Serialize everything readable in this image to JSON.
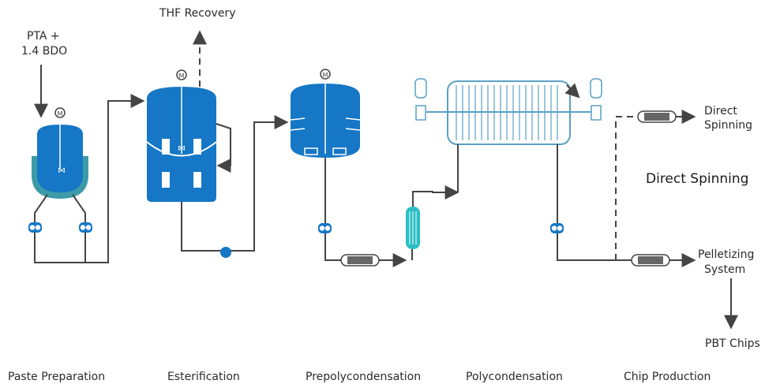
{
  "labels": {
    "feed": "PTA +",
    "feed2": "1.4 BDO",
    "thf": "THF Recovery",
    "direct_top": "Direct",
    "direct_top2": "Spinning",
    "direct_mid": "Direct Spinning",
    "pelletizing": "Pelletizing",
    "pelletizing2": "System",
    "chips": "PBT Chips",
    "motor": "M"
  },
  "stages": [
    "Paste Preparation",
    "Esterification",
    "Prepolycondensation",
    "Polycondensation",
    "Chip Production"
  ],
  "colors": {
    "vessel_blue": "#1577c6",
    "teal_ring": "#3d9aa8",
    "line_gray": "#444444",
    "accent_teal": "#2bbfc4",
    "light_blue": "#5aa0c6"
  }
}
